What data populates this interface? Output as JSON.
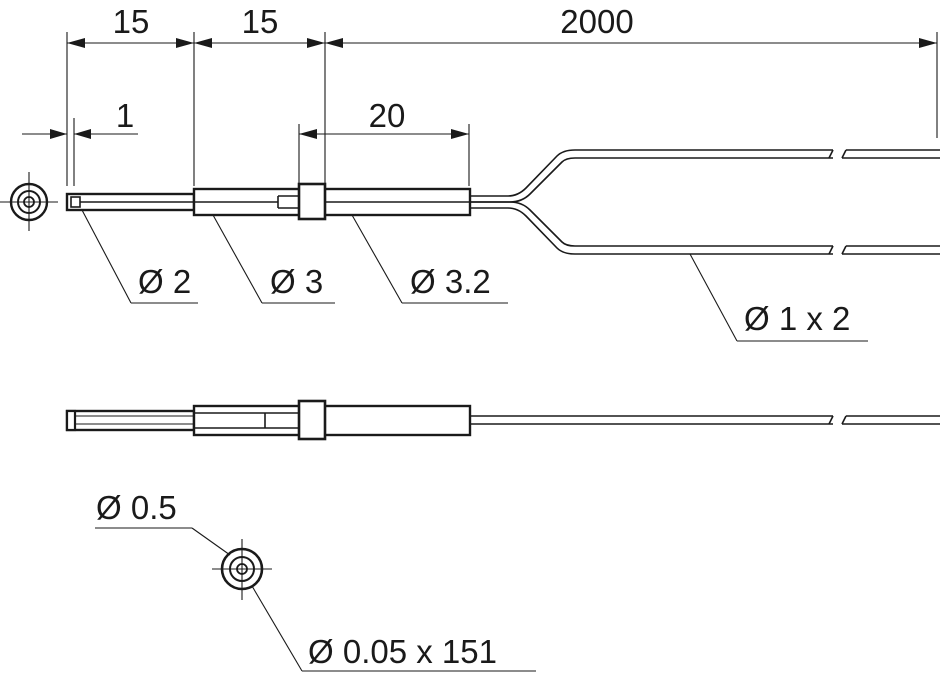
{
  "dimensions": {
    "tip_length": "15",
    "sleeve_length": "15",
    "cable_length": "2000",
    "tip_offset": "1",
    "sleeve_span": "20"
  },
  "diameters": {
    "tip": "Ø 2",
    "sleeve": "Ø 3",
    "collar": "Ø 3.2",
    "cable": "Ø 1 x 2",
    "fiber_core": "Ø 0.5",
    "fiber_bundle": "Ø 0.05 x 151"
  }
}
